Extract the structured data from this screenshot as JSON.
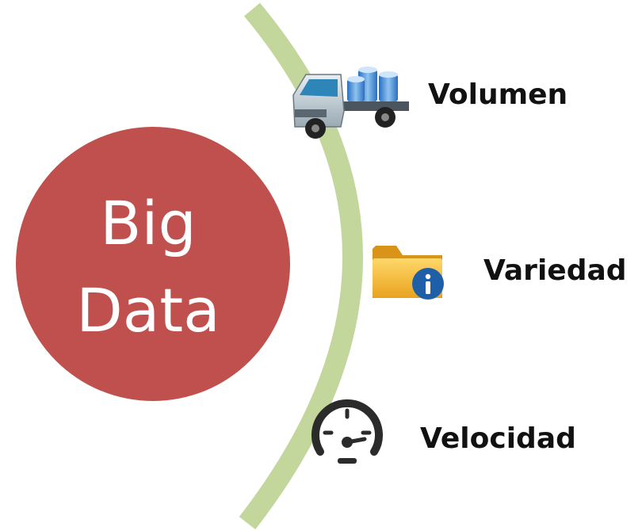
{
  "center": {
    "line1": "Big",
    "line2": "Data",
    "color": "#c0504d",
    "text_color": "#ffffff"
  },
  "arc": {
    "color": "#c3d69b"
  },
  "items": [
    {
      "label": "Volumen",
      "icon": "truck-icon"
    },
    {
      "label": "Variedad",
      "icon": "folder-info-icon"
    },
    {
      "label": "Velocidad",
      "icon": "speedometer-icon"
    }
  ],
  "colors": {
    "label": "#111111",
    "gauge": "#2b2b2b",
    "folder": "#f3b73b",
    "info_badge": "#1f5fa8"
  }
}
